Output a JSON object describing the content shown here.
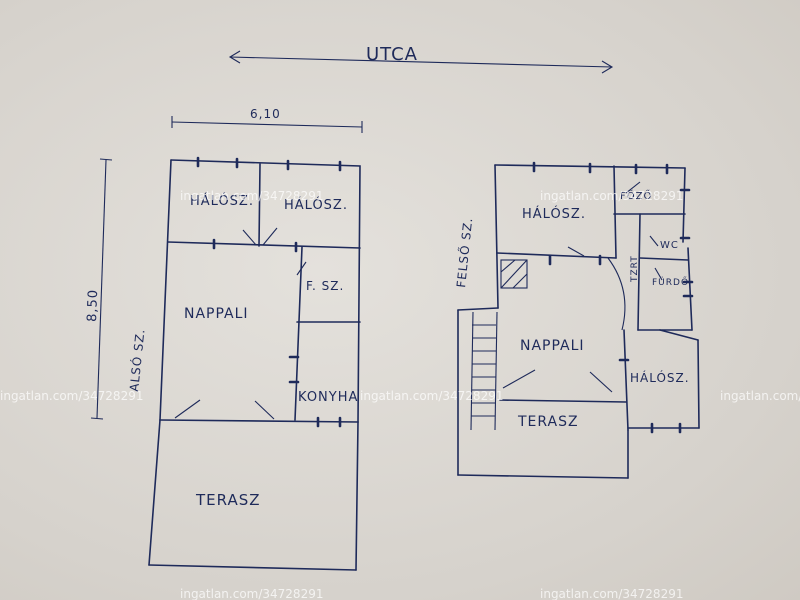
{
  "street": "UTCA",
  "dimensions": {
    "width": "6,10",
    "height": "8,50"
  },
  "ground_floor": {
    "level": "ALSÓ SZ.",
    "rooms": {
      "bedroom_left": "HÁLÓSZ.",
      "bedroom_right": "HÁLÓSZ.",
      "fsz": "F. SZ.",
      "living": "NAPPALI",
      "kitchen": "KONYHA",
      "terrace": "TERASZ"
    }
  },
  "upper_floor": {
    "level": "FELSŐ SZ.",
    "rooms": {
      "bedroom_top": "HÁLÓSZ.",
      "hall": "FŐZŐ",
      "corridor": "TZRT",
      "wc": "WC",
      "bathroom": "FÜRDŐ",
      "living": "NAPPALI",
      "bedroom_side": "HÁLÓSZ.",
      "terrace": "TERASZ"
    }
  },
  "watermark": "ingatlan.com/34728291"
}
